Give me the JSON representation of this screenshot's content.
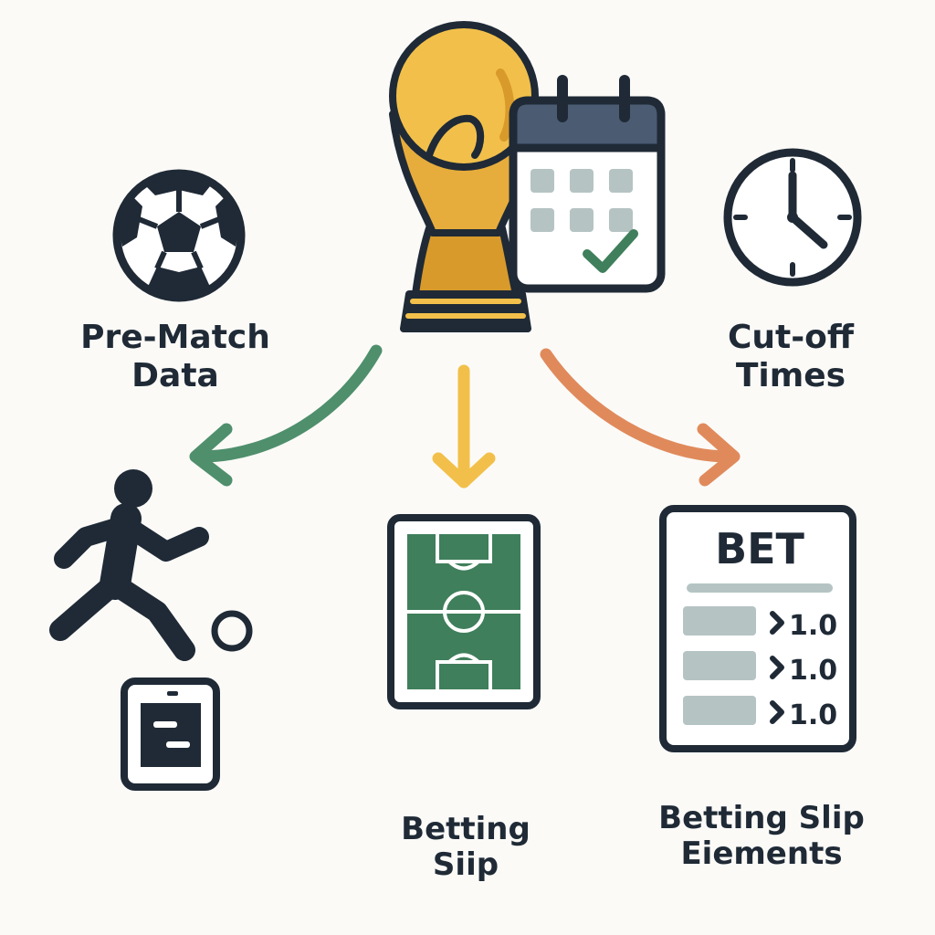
{
  "colors": {
    "ink": "#1f2a36",
    "gold": "#f2c04a",
    "gold_dark": "#d89a2a",
    "green": "#3f7f5b",
    "green_arrow": "#4f8f6c",
    "yellow_arrow": "#f2c04a",
    "orange_arrow": "#e08a5c",
    "muted": "#b5c3c3",
    "background": "#fbfaf7"
  },
  "icons": {
    "trophy": "trophy-icon",
    "calendar": "calendar-icon",
    "soccer_ball": "soccer-ball-icon",
    "clock": "clock-icon",
    "player": "player-kicking-icon",
    "tablet": "tablet-icon",
    "pitch": "soccer-pitch-icon",
    "bet_slip": "bet-slip-icon"
  },
  "labels": {
    "pre_match": [
      "Pre-Match",
      "Data"
    ],
    "cut_off": [
      "Cut-off",
      "Times"
    ],
    "betting_slip": [
      "Betting",
      "Siip"
    ],
    "betting_slip_elements": [
      "Betting Slip",
      "Eiements"
    ]
  },
  "bet_slip": {
    "title": "BET",
    "rows": [
      {
        "odds": "1.0"
      },
      {
        "odds": "1.0"
      },
      {
        "odds": "1.0"
      }
    ]
  }
}
